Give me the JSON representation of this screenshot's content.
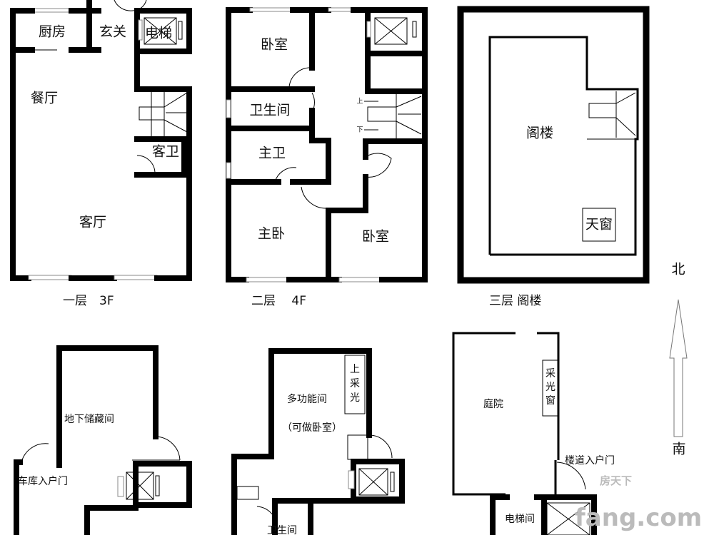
{
  "floors": {
    "f1": {
      "caption": "一层　3F",
      "rooms": {
        "kitchen": "厨房",
        "foyer": "玄关",
        "elevator": "电梯",
        "dining": "餐厅",
        "guest_bath": "客卫",
        "living": "客厅"
      }
    },
    "f2": {
      "caption": "二层　 4F",
      "rooms": {
        "bedroom_n": "卧室",
        "bathroom": "卫生间",
        "master_bath": "主卫",
        "master_bed": "主卧",
        "bedroom_s": "卧室"
      }
    },
    "f3": {
      "caption": "三层 阁楼",
      "rooms": {
        "attic": "阁楼",
        "skylight": "天窗"
      }
    },
    "b1": {
      "rooms": {
        "storage": "地下储藏间",
        "garage_door": "车库入户门"
      }
    },
    "b2": {
      "rooms": {
        "multi": "多功能间",
        "multi_note": "（可做卧室）",
        "light_1": "上",
        "light_2": "采",
        "light_3": "光",
        "bath": "卫生间"
      }
    },
    "yard": {
      "rooms": {
        "courtyard": "庭院",
        "window_1": "采",
        "window_2": "光",
        "window_3": "窗",
        "entry": "楼道入户门",
        "elevator_hall": "电梯间"
      }
    }
  },
  "compass": {
    "north": "北",
    "south": "南"
  },
  "stairs": {
    "up": "上",
    "down": "下"
  },
  "watermark": {
    "brand_cn": "房天下",
    "brand_en": "fang.com"
  }
}
